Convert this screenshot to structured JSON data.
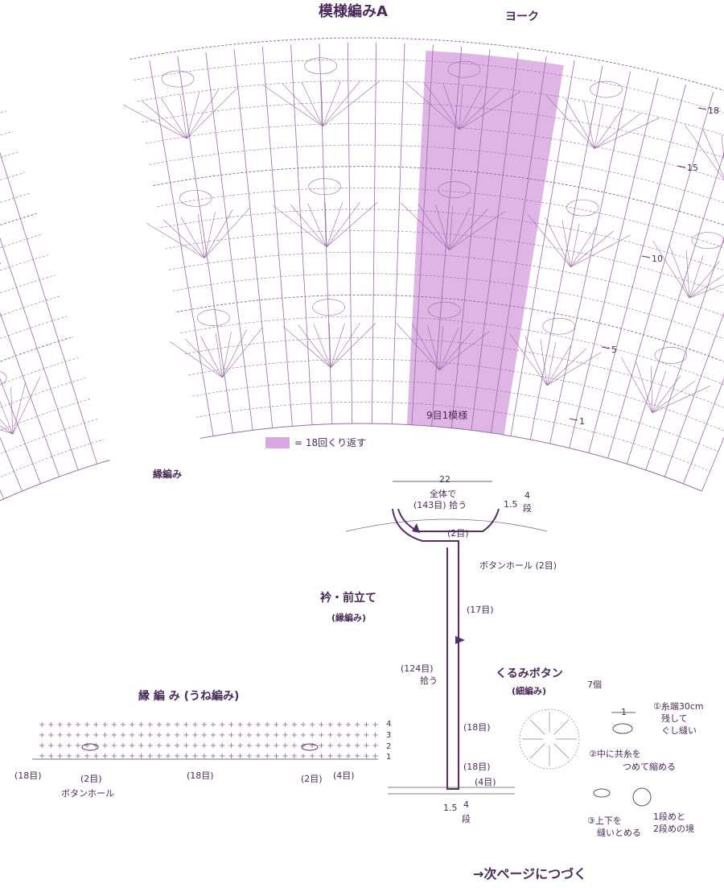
{
  "colors": {
    "line": "#9a6aa8",
    "dark": "#5a2a6a",
    "highlight": "#d9a8e0",
    "text": "#4a2a5a"
  },
  "pattern_a": {
    "title": "模様編みA",
    "yoke": "ヨーク",
    "rows": [
      "18",
      "15",
      "10",
      "5",
      "1"
    ],
    "repeat_label": "9目1模様",
    "legend_text": "= 18回くり返す",
    "edge_label": "縁編み"
  },
  "collar": {
    "width": "22",
    "pickup_line1": "全体で",
    "pickup_line2": "(143目) 拾う",
    "height_top": "1.5",
    "rows_top": "4",
    "rows_unit": "段",
    "top_stitch": "(2目)",
    "buttonhole": "ボタンホール (2目)",
    "title": "衿・前立て",
    "subtitle": "(縁編み)",
    "st17": "(17目)",
    "pickup_side1": "(124目)",
    "pickup_side2": "拾う",
    "st18a": "(18目)",
    "st18b": "(18目)",
    "st4": "(4目)",
    "height_bottom": "1.5",
    "rows_bottom": "4",
    "rows_bottom_unit": "段"
  },
  "edge": {
    "title": "縁 編 み (うね編み)",
    "rows": [
      "4",
      "3",
      "2",
      "1"
    ],
    "labels": [
      "(18目)",
      "(2目)",
      "(18目)",
      "(2目)",
      "(4目)"
    ],
    "buttonhole": "ボタンホール"
  },
  "button": {
    "title": "くるみボタン",
    "subtitle": "(細編み)",
    "count": "7個",
    "width": "1",
    "step1_line1": "①糸端30cm",
    "step1_line2": "残して",
    "step1_line3": "ぐし縫い",
    "step2_line1": "②中に共糸を",
    "step2_line2": "つめて縮める",
    "step3_line1": "③上下を",
    "step3_line2": "縫いとめる",
    "border_line1": "1段めと",
    "border_line2": "2段めの境"
  },
  "footer": {
    "continue": "→次ページにつづく"
  }
}
